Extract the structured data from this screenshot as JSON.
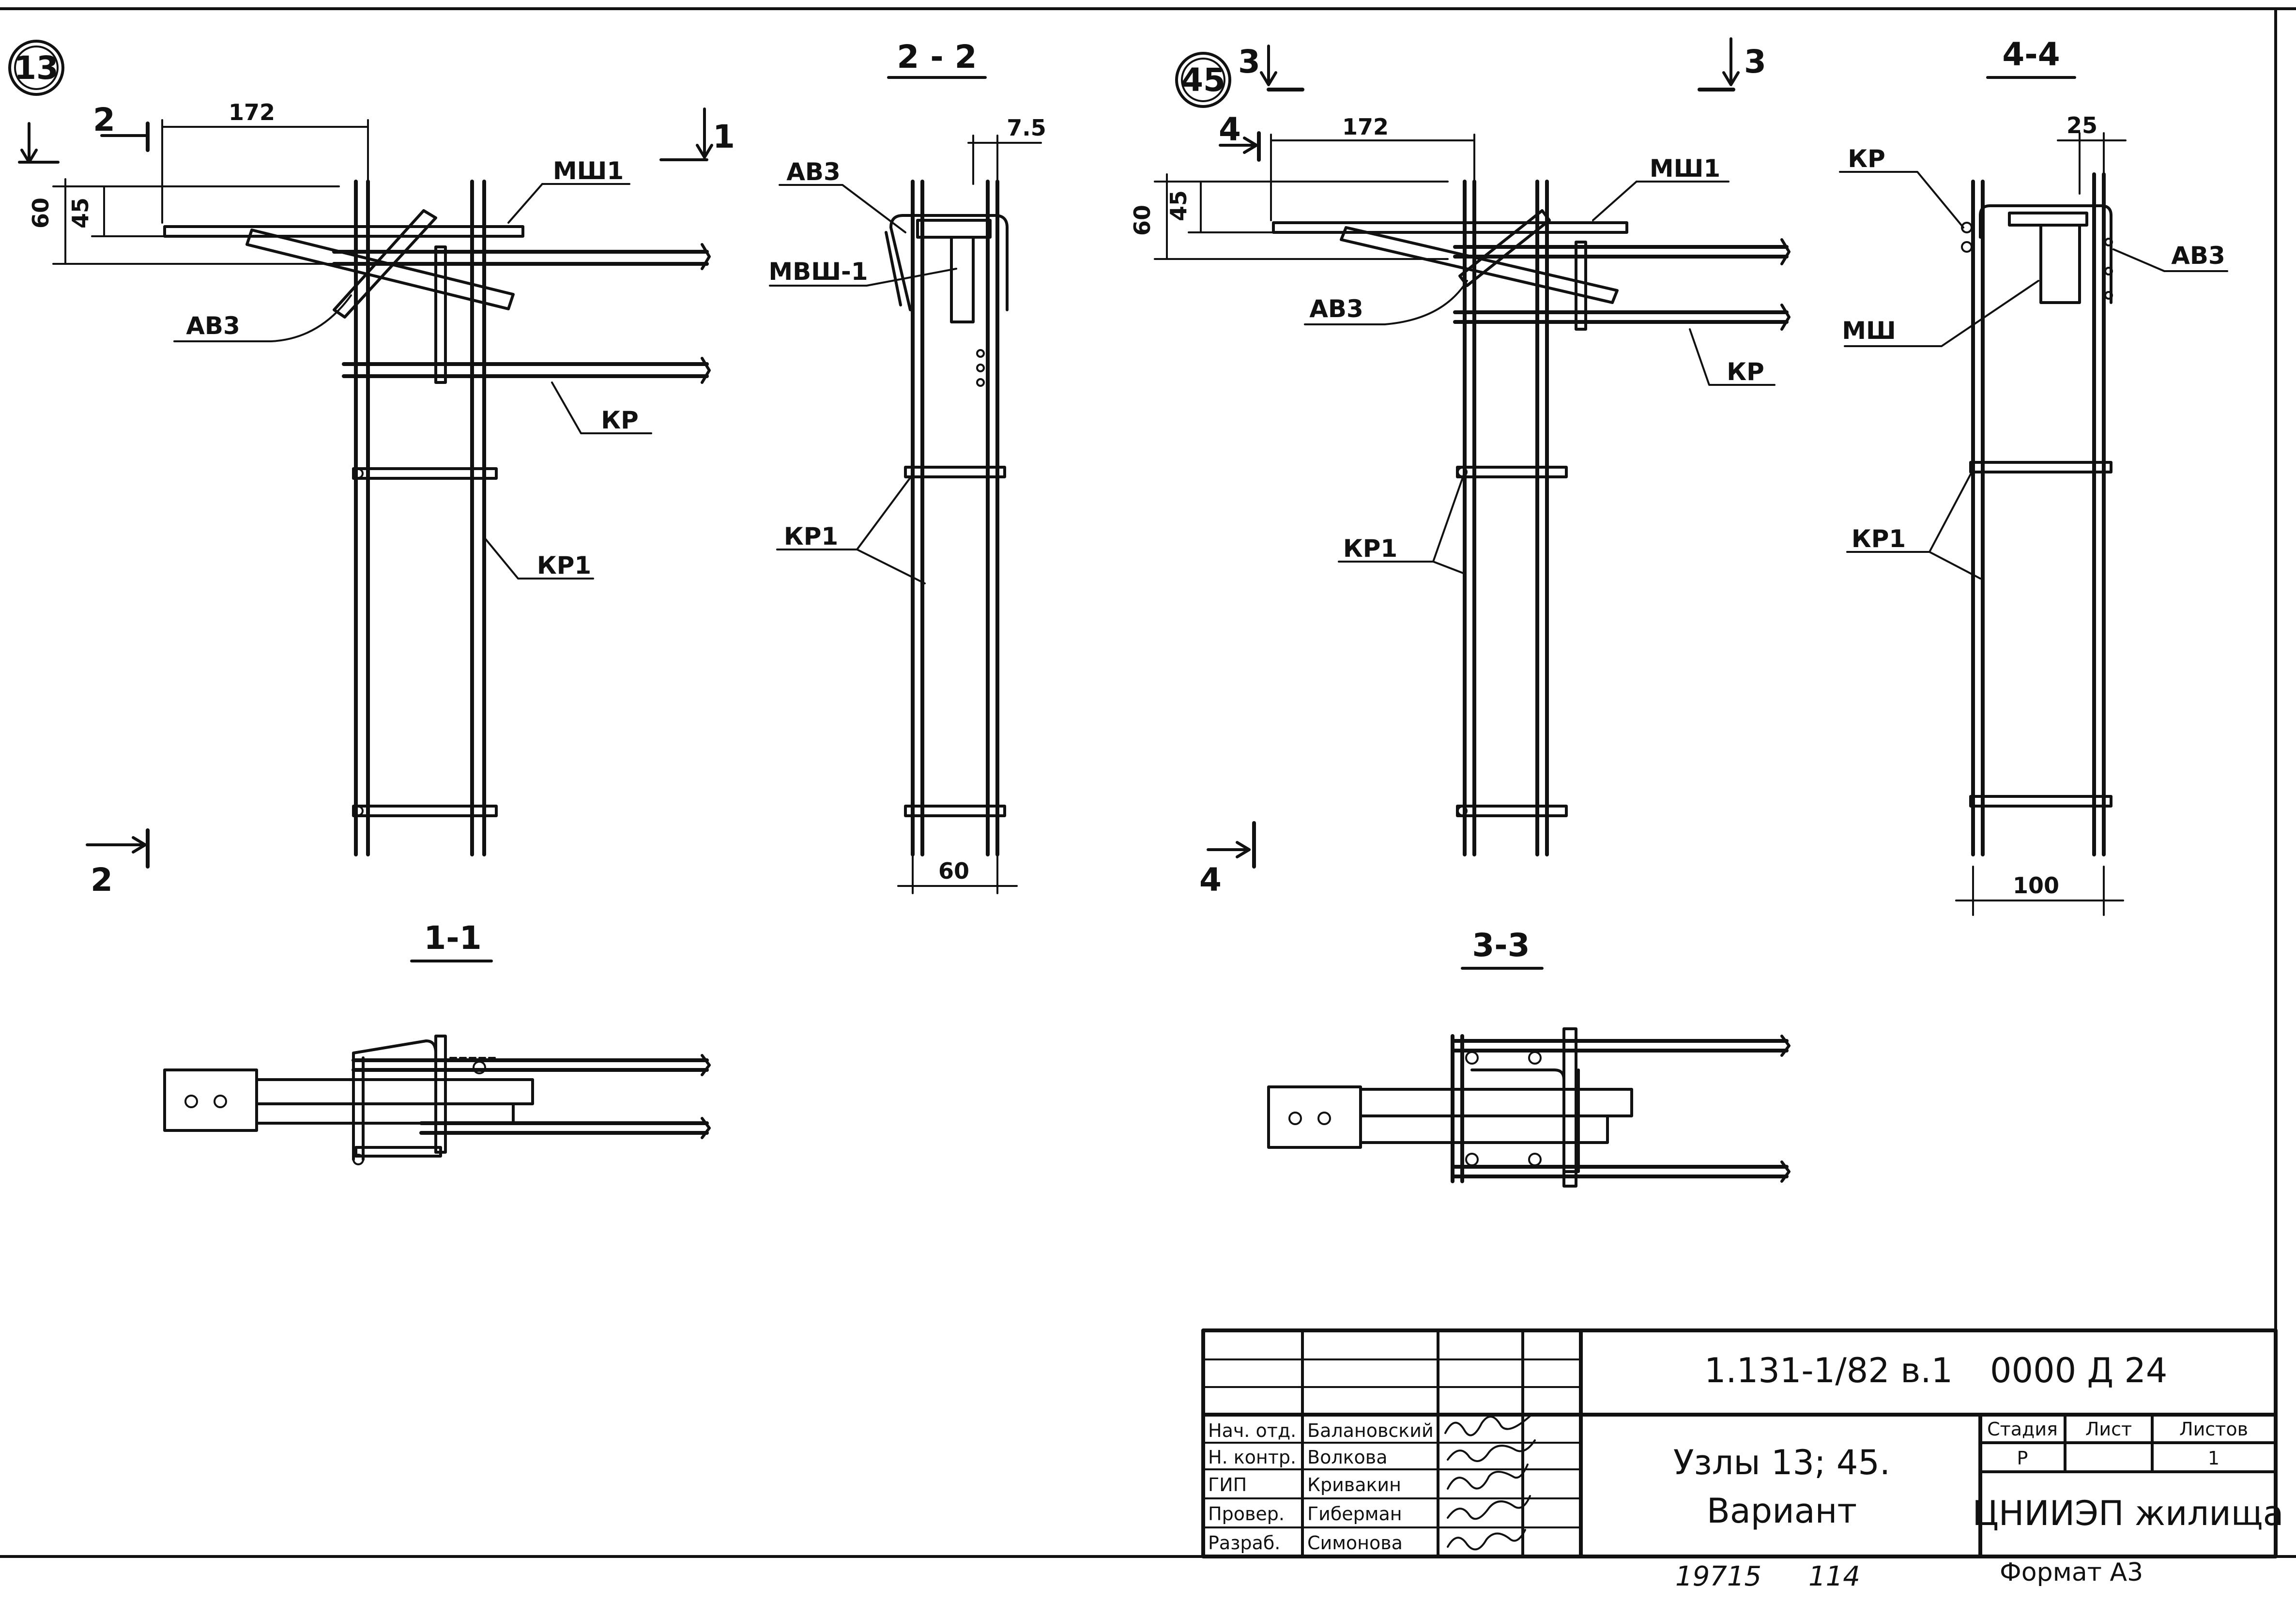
{
  "sheet": {
    "node_13": "13",
    "node_45": "45"
  },
  "left_view": {
    "cut_2_top": "2",
    "cut_2_bottom": "2",
    "cut_1": "1",
    "dim_172": "172",
    "dim_60": "60",
    "dim_45": "45",
    "label_msh1": "МШ1",
    "label_av3": "АВ3",
    "label_kr": "КР",
    "label_kr1": "КР1"
  },
  "section_2_2": {
    "title": "2 - 2",
    "dim_7_5": "7.5",
    "dim_60": "60",
    "label_av3": "АВ3",
    "label_mvsh1": "МВШ-1",
    "label_kr1": "КР1"
  },
  "section_1_1": {
    "title": "1-1"
  },
  "right_view": {
    "cut_3_left": "3",
    "cut_3_right": "3",
    "cut_4_top": "4",
    "cut_4_bottom": "4",
    "dim_172": "172",
    "dim_60": "60",
    "dim_45": "45",
    "label_msh1": "МШ1",
    "label_av3": "АВ3",
    "label_kr": "КР",
    "label_kr1": "КР1"
  },
  "section_4_4": {
    "title": "4-4",
    "dim_25": "25",
    "dim_100": "100",
    "label_kr": "КР",
    "label_av3": "АВ3",
    "label_msh": "МШ",
    "label_kr1": "КР1"
  },
  "section_3_3": {
    "title": "3-3"
  },
  "title_block": {
    "doc_code": "1.131-1/82 в.1",
    "doc_suffix": "0000 Д 24",
    "title_line1": "Узлы 13; 45.",
    "title_line2": "Вариант",
    "stage_header": "Стадия",
    "sheet_header": "Лист",
    "sheets_header": "Листов",
    "stage_value": "Р",
    "sheets_value": "1",
    "organization": "ЦНИИЭП жилища",
    "staff": [
      {
        "role": "Нач. отд.",
        "name": "Балановский"
      },
      {
        "role": "Н. контр.",
        "name": "Волкова"
      },
      {
        "role": "ГИП",
        "name": "Кривакин"
      },
      {
        "role": "Провер.",
        "name": "Гиберман"
      },
      {
        "role": "Разраб.",
        "name": "Симонова"
      }
    ],
    "inventory_no": "19715",
    "inventory_sub": "114",
    "format": "Формат А3"
  }
}
